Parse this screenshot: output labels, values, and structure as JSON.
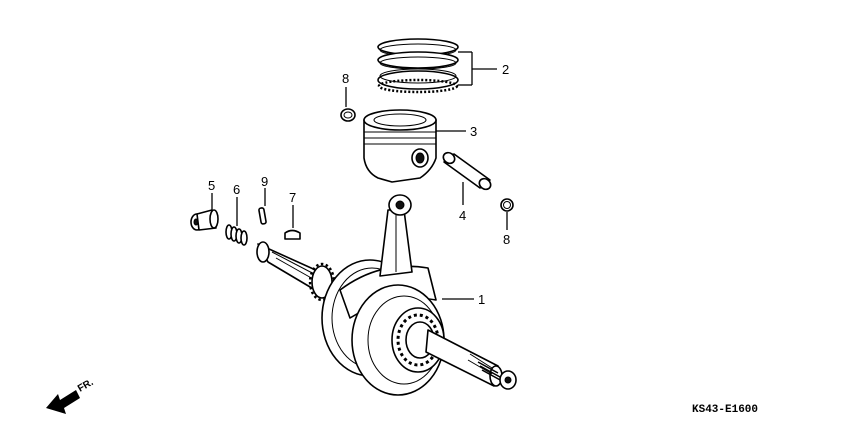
{
  "diagram": {
    "callouts": {
      "crankshaft": "1",
      "piston_rings": "2",
      "piston": "3",
      "piston_pin": "4",
      "part5": "5",
      "spring": "6",
      "woodruff_key": "7",
      "clip_left": "8",
      "clip_right": "8",
      "pin9": "9"
    },
    "direction_label": "FR.",
    "figure_code": "KS43-E1600"
  }
}
